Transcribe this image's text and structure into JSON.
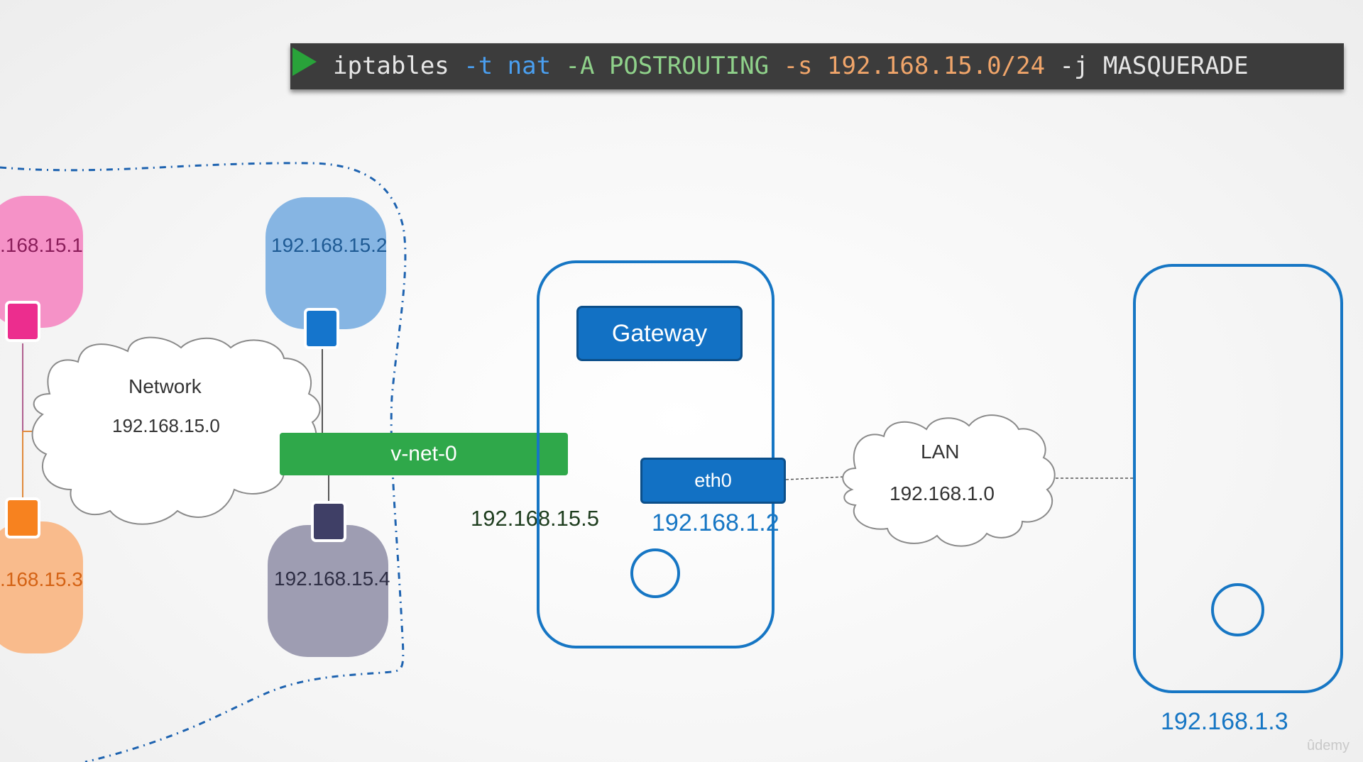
{
  "command": {
    "parts": [
      {
        "text": "iptables ",
        "color": "#e6e6e6"
      },
      {
        "text": "-t nat ",
        "color": "#4a9ff0"
      },
      {
        "text": "-A POSTROUTING ",
        "color": "#8fd18a"
      },
      {
        "text": "-s ",
        "color": "#f0a56a"
      },
      {
        "text": "192.168.15.0/24 ",
        "color": "#f0a56a"
      },
      {
        "text": "-j MASQUERADE",
        "color": "#e6e6e6"
      }
    ]
  },
  "pods": {
    "pod1": {
      "ip": ".168.15.1",
      "color": "#f592c7",
      "port_color": "#ec2d8e"
    },
    "pod2": {
      "ip": "192.168.15.2",
      "color": "#86b5e3",
      "port_color": "#1575cc"
    },
    "pod3": {
      "ip": ".168.15.3",
      "color": "#f9bb8c",
      "port_color": "#f7821f"
    },
    "pod4": {
      "ip": "192.168.15.4",
      "color": "#9e9db2",
      "port_color": "#3f3f66"
    }
  },
  "network_cloud": {
    "name": "Network",
    "subnet": "192.168.15.0"
  },
  "bridge": {
    "label": "v-net-0",
    "ip": "192.168.15.5"
  },
  "gateway_host": {
    "title": "Gateway",
    "interface": "eth0",
    "ip": "192.168.1.2"
  },
  "lan_cloud": {
    "name": "LAN",
    "subnet": "192.168.1.0"
  },
  "remote_host": {
    "ip": "192.168.1.3"
  },
  "watermark": "ûdemy"
}
